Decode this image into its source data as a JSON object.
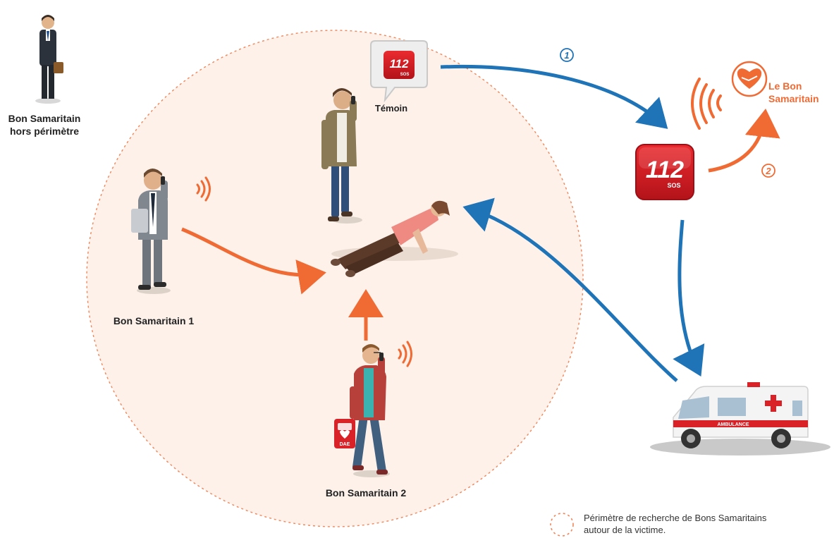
{
  "labels": {
    "outside_line1": "Bon Samaritain",
    "outside_line2": "hors périmètre",
    "temoin": "Témoin",
    "bs1": "Bon Samaritain 1",
    "bs2": "Bon Samaritain 2",
    "app_line1": "Le Bon",
    "app_line2": "Samaritain"
  },
  "steps": {
    "one": "1",
    "two": "2"
  },
  "emergency": {
    "number": "112",
    "sub": "SOS"
  },
  "ambulance_text": "AMBULANCE",
  "defib_text": "DAE",
  "legend": {
    "line1": "Périmètre de recherche de Bons Samaritains",
    "line2": "autour de la victime."
  },
  "colors": {
    "perimeter_fill": "#fdf1ea",
    "perimeter_stroke": "#f0865a",
    "orange": "#f06a34",
    "blue": "#1f73b7",
    "red": "#d92128"
  },
  "icons": [
    "phone-signal-icon",
    "heart-hands-icon",
    "emergency-112-icon",
    "ambulance-icon",
    "defibrillator-icon"
  ]
}
